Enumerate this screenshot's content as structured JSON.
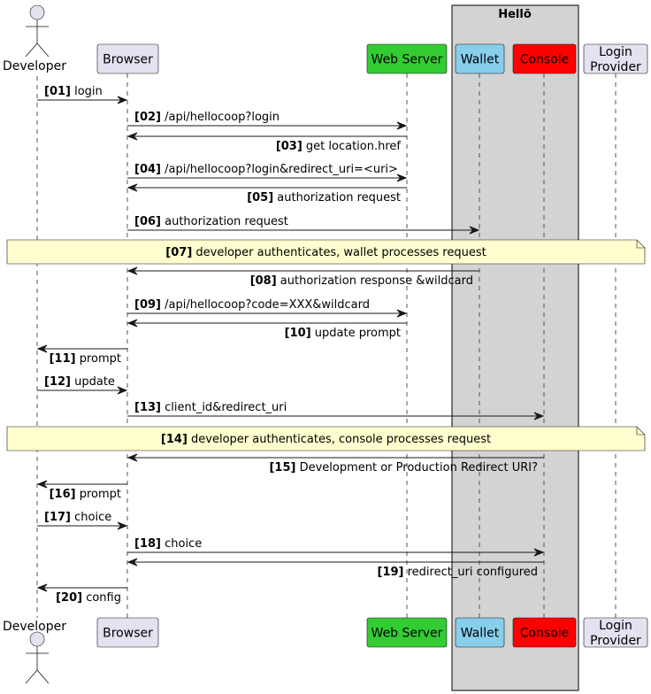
{
  "group": {
    "label": "Hellō",
    "fill": "#d3d3d3"
  },
  "participants": [
    {
      "id": "developer",
      "label": "Developer",
      "kind": "actor"
    },
    {
      "id": "browser",
      "label": "Browser",
      "kind": "box",
      "fill": "#e2e2f0",
      "textColor": "#000000"
    },
    {
      "id": "webserver",
      "label": "Web Server",
      "kind": "box",
      "fill": "#33cc33",
      "textColor": "#000000"
    },
    {
      "id": "wallet",
      "label": "Wallet",
      "kind": "box",
      "fill": "#87ceeb",
      "textColor": "#000000"
    },
    {
      "id": "console",
      "label": "Console",
      "kind": "box",
      "fill": "#ff0000",
      "textColor": "#000000"
    },
    {
      "id": "provider",
      "label": "Login\nProvider",
      "kind": "box",
      "fill": "#e2e2f0",
      "textColor": "#000000"
    }
  ],
  "steps": [
    {
      "type": "msg",
      "num": "[01]",
      "text": "login",
      "from": "developer",
      "to": "browser"
    },
    {
      "type": "msg",
      "num": "[02]",
      "text": "/api/hellocoop?login",
      "from": "browser",
      "to": "webserver"
    },
    {
      "type": "msg",
      "num": "[03]",
      "text": "get location.href",
      "from": "webserver",
      "to": "browser"
    },
    {
      "type": "msg",
      "num": "[04]",
      "text": "/api/hellocoop?login&redirect_uri=<uri>",
      "from": "browser",
      "to": "webserver"
    },
    {
      "type": "msg",
      "num": "[05]",
      "text": "authorization request",
      "from": "webserver",
      "to": "browser"
    },
    {
      "type": "msg",
      "num": "[06]",
      "text": "authorization request",
      "from": "browser",
      "to": "wallet"
    },
    {
      "type": "note",
      "num": "[07]",
      "text": "developer authenticates, wallet processes request"
    },
    {
      "type": "msg",
      "num": "[08]",
      "text": "authorization response &wildcard",
      "from": "wallet",
      "to": "browser"
    },
    {
      "type": "msg",
      "num": "[09]",
      "text": "/api/hellocoop?code=XXX&wildcard",
      "from": "browser",
      "to": "webserver"
    },
    {
      "type": "msg",
      "num": "[10]",
      "text": "update prompt",
      "from": "webserver",
      "to": "browser"
    },
    {
      "type": "msg",
      "num": "[11]",
      "text": "prompt",
      "from": "browser",
      "to": "developer"
    },
    {
      "type": "msg",
      "num": "[12]",
      "text": "update",
      "from": "developer",
      "to": "browser"
    },
    {
      "type": "msg",
      "num": "[13]",
      "text": "client_id&redirect_uri",
      "from": "browser",
      "to": "console"
    },
    {
      "type": "note",
      "num": "[14]",
      "text": "developer authenticates, console processes request"
    },
    {
      "type": "msg",
      "num": "[15]",
      "text": "Development or Production Redirect URI?",
      "from": "console",
      "to": "browser"
    },
    {
      "type": "msg",
      "num": "[16]",
      "text": "prompt",
      "from": "browser",
      "to": "developer"
    },
    {
      "type": "msg",
      "num": "[17]",
      "text": "choice",
      "from": "developer",
      "to": "browser"
    },
    {
      "type": "msg",
      "num": "[18]",
      "text": "choice",
      "from": "browser",
      "to": "console"
    },
    {
      "type": "msg",
      "num": "[19]",
      "text": "redirect_uri configured",
      "from": "console",
      "to": "browser"
    },
    {
      "type": "msg",
      "num": "[20]",
      "text": "config",
      "from": "browser",
      "to": "developer"
    }
  ]
}
